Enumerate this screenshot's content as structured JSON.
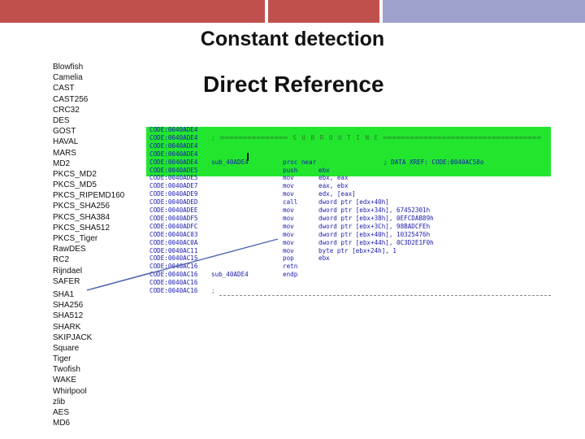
{
  "colors": {
    "bar_left": "#c0504d",
    "bar_mid": "#c0504d",
    "bar_right": "#9ea1cc",
    "highlight": "#22e62e",
    "code_text": "#1a1ab0",
    "pointer_line": "#4f68b0"
  },
  "title": "Constant detection",
  "subtitle": "Direct Reference",
  "algorithms": [
    "Blowfish",
    "Camelia",
    "CAST",
    "CAST256",
    "CRC32",
    "DES",
    "GOST",
    "HAVAL",
    "MARS",
    "MD2",
    "PKCS_MD2",
    "PKCS_MD5",
    "PKCS_RIPEMD160",
    "PKCS_SHA256",
    "PKCS_SHA384",
    "PKCS_SHA512",
    "PKCS_Tiger",
    "RawDES",
    "RC2",
    "Rijndael",
    "SAFER",
    "SHA1",
    "SHA256",
    "SHA512",
    "SHARK",
    "SKIPJACK",
    "Square",
    "Tiger",
    "Twofish",
    "WAKE",
    "Whirlpool",
    "zlib",
    "AES",
    "MD6"
  ],
  "code_listing": [
    {
      "addr": "CODE:0040ADE4",
      "label": "",
      "op": "",
      "args": "",
      "comment": "",
      "highlighted": true
    },
    {
      "addr": "CODE:0040ADE4",
      "label": "",
      "op": "",
      "args": "",
      "comment": "",
      "sep": "; ═══════════════ S U B R O U T I N E ═══════════════════════════════════",
      "highlighted": true
    },
    {
      "addr": "CODE:0040ADE4",
      "label": "",
      "op": "",
      "args": "",
      "comment": "",
      "highlighted": true
    },
    {
      "addr": "CODE:0040ADE4",
      "label": "",
      "op": "",
      "args": "",
      "comment": "",
      "highlighted": true
    },
    {
      "addr": "CODE:0040ADE4",
      "label": "sub_40ADE4",
      "op": "proc near",
      "args": "",
      "comment": "; DATA XREF: CODE:0040AC58o",
      "highlighted": true
    },
    {
      "addr": "CODE:0040ADE5",
      "label": "",
      "op": "push",
      "args": "ebx",
      "comment": "",
      "highlighted": true
    },
    {
      "addr": "CODE:0040ADE5",
      "label": "",
      "op": "mov",
      "args": "ebx, eax",
      "comment": ""
    },
    {
      "addr": "CODE:0040ADE7",
      "label": "",
      "op": "mov",
      "args": "eax, ebx",
      "comment": ""
    },
    {
      "addr": "CODE:0040ADE9",
      "label": "",
      "op": "mov",
      "args": "edx, [eax]",
      "comment": ""
    },
    {
      "addr": "CODE:0040ADED",
      "label": "",
      "op": "call",
      "args": "dword ptr [edx+40h]",
      "comment": ""
    },
    {
      "addr": "CODE:0040ADEE",
      "label": "",
      "op": "mov",
      "args": "dword ptr [ebx+34h], 67452301h",
      "comment": ""
    },
    {
      "addr": "CODE:0040ADF5",
      "label": "",
      "op": "mov",
      "args": "dword ptr [ebx+38h], 0EFCDAB89h",
      "comment": ""
    },
    {
      "addr": "CODE:0040ADFC",
      "label": "",
      "op": "mov",
      "args": "dword ptr [ebx+3Ch], 98BADCFEh",
      "comment": ""
    },
    {
      "addr": "CODE:0040AC03",
      "label": "",
      "op": "mov",
      "args": "dword ptr [ebx+40h], 10325476h",
      "comment": ""
    },
    {
      "addr": "CODE:0040AC0A",
      "label": "",
      "op": "mov",
      "args": "dword ptr [ebx+44h], 0C3D2E1F0h",
      "comment": ""
    },
    {
      "addr": "CODE:0040AC11",
      "label": "",
      "op": "mov",
      "args": "byte ptr [ebx+24h], 1",
      "comment": ""
    },
    {
      "addr": "CODE:0040AC15",
      "label": "",
      "op": "pop",
      "args": "ebx",
      "comment": ""
    },
    {
      "addr": "CODE:0040AC16",
      "label": "",
      "op": "retn",
      "args": "",
      "comment": ""
    },
    {
      "addr": "CODE:0040AC16",
      "label": "sub_40ADE4",
      "op": "endp",
      "args": "",
      "comment": ""
    },
    {
      "addr": "CODE:0040AC16",
      "label": "",
      "op": "",
      "args": "",
      "comment": ""
    },
    {
      "addr": "CODE:0040AC16",
      "label": "",
      "op": "",
      "args": "",
      "comment": "",
      "sep": ";"
    }
  ]
}
